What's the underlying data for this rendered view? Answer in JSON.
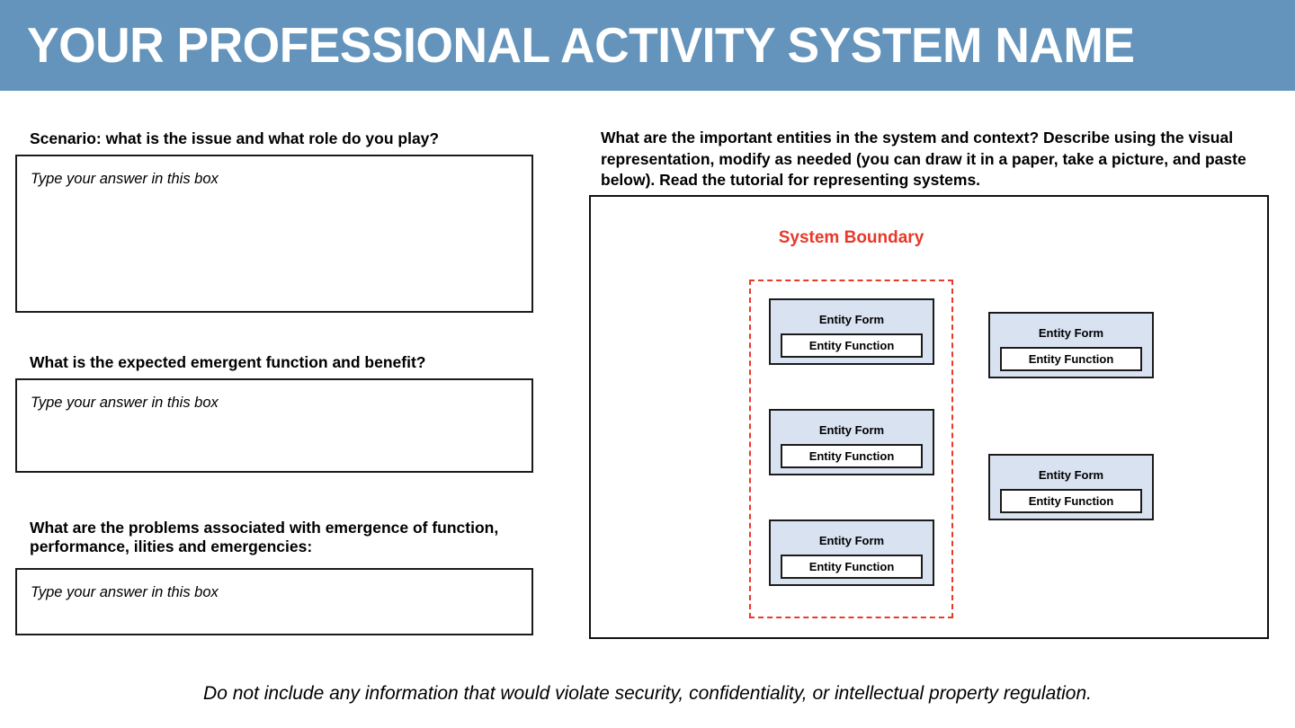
{
  "header": {
    "title": "YOUR PROFESSIONAL ACTIVITY SYSTEM NAME"
  },
  "colors": {
    "header_bg": "#6494BB",
    "boundary_red": "#E8392B",
    "entity_fill": "#D8E2F1",
    "border_black": "#1B1B1B"
  },
  "left_column": {
    "sections": [
      {
        "question": "Scenario: what is the issue and what role do you play?",
        "placeholder": "Type your answer in this box"
      },
      {
        "question": "What is the expected emergent function and benefit?",
        "placeholder": "Type your answer in this box"
      },
      {
        "question": "What are the problems associated with emergence of function, performance, ilities and emergencies:",
        "placeholder": "Type your answer in this box"
      }
    ]
  },
  "right_column": {
    "question": "What are the important entities in the system and context? Describe using the visual representation, modify as needed (you can draw it in a paper, take a picture, and paste below). Read the tutorial for representing systems.",
    "diagram": {
      "boundary_label": "System Boundary",
      "inside_entities": [
        {
          "form": "Entity Form",
          "function": "Entity Function"
        },
        {
          "form": "Entity Form",
          "function": "Entity Function"
        },
        {
          "form": "Entity Form",
          "function": "Entity Function"
        }
      ],
      "outside_entities": [
        {
          "form": "Entity Form",
          "function": "Entity Function"
        },
        {
          "form": "Entity Form",
          "function": "Entity Function"
        }
      ]
    }
  },
  "footer": {
    "note": "Do not include any information that would violate security, confidentiality, or intellectual property regulation."
  }
}
